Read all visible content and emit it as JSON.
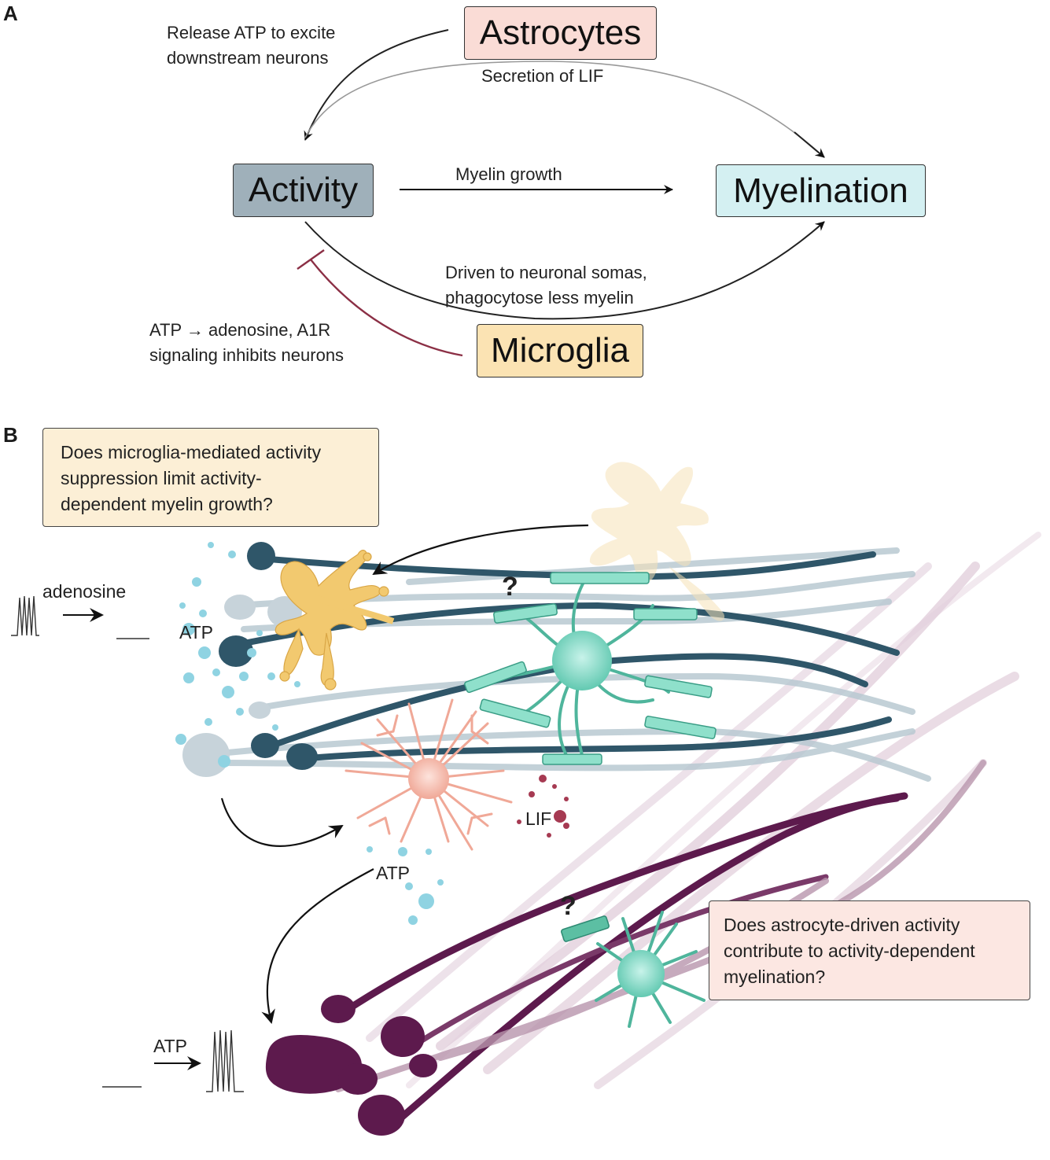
{
  "panel_a": {
    "label": "A",
    "nodes": {
      "astrocytes": {
        "label": "Astrocytes",
        "color": "#fadcd6"
      },
      "activity": {
        "label": "Activity",
        "color": "#9fb0ba"
      },
      "myelination": {
        "label": "Myelination",
        "color": "#d4f0f2"
      },
      "microglia": {
        "label": "Microglia",
        "color": "#fbe3b3"
      }
    },
    "edges": {
      "release_atp": [
        "Release ATP to excite",
        "downstream neurons"
      ],
      "secretion_lif": "Secretion of LIF",
      "myelin_growth": "Myelin growth",
      "driven_somas": [
        "Driven to neuronal somas,",
        "phagocytose less myelin"
      ],
      "atp_adenosine": [
        "ATP → adenosine, A1R",
        "signaling inhibits neurons"
      ]
    },
    "inhibit_color": "#8b2f45"
  },
  "panel_b": {
    "label": "B",
    "question_top": [
      "Does microglia-mediated activity",
      "suppression limit activity-",
      "dependent myelin growth?"
    ],
    "question_bottom": [
      "Does astrocyte-driven activity",
      "contribute to activity-dependent",
      "myelination?"
    ],
    "labels": {
      "adenosine": "adenosine",
      "atp_top": "ATP",
      "atp_mid": "ATP",
      "atp_bottom": "ATP",
      "lif": "LIF",
      "question_mark_1": "?",
      "question_mark_2": "?"
    },
    "colors": {
      "neuron_dark": "#2f5669",
      "neuron_light": "#b9c9d2",
      "purple": "#5d1a4d",
      "purple_light": "#c9a8c0",
      "oligo": "#6fd3bd",
      "microglia": "#f2c96f",
      "astro": "#f4b1a3",
      "atp": "#8fd3e2",
      "lif": "#a63a52",
      "qbox_top": "#fcefd6",
      "qbox_bottom": "#fce7e2"
    }
  }
}
